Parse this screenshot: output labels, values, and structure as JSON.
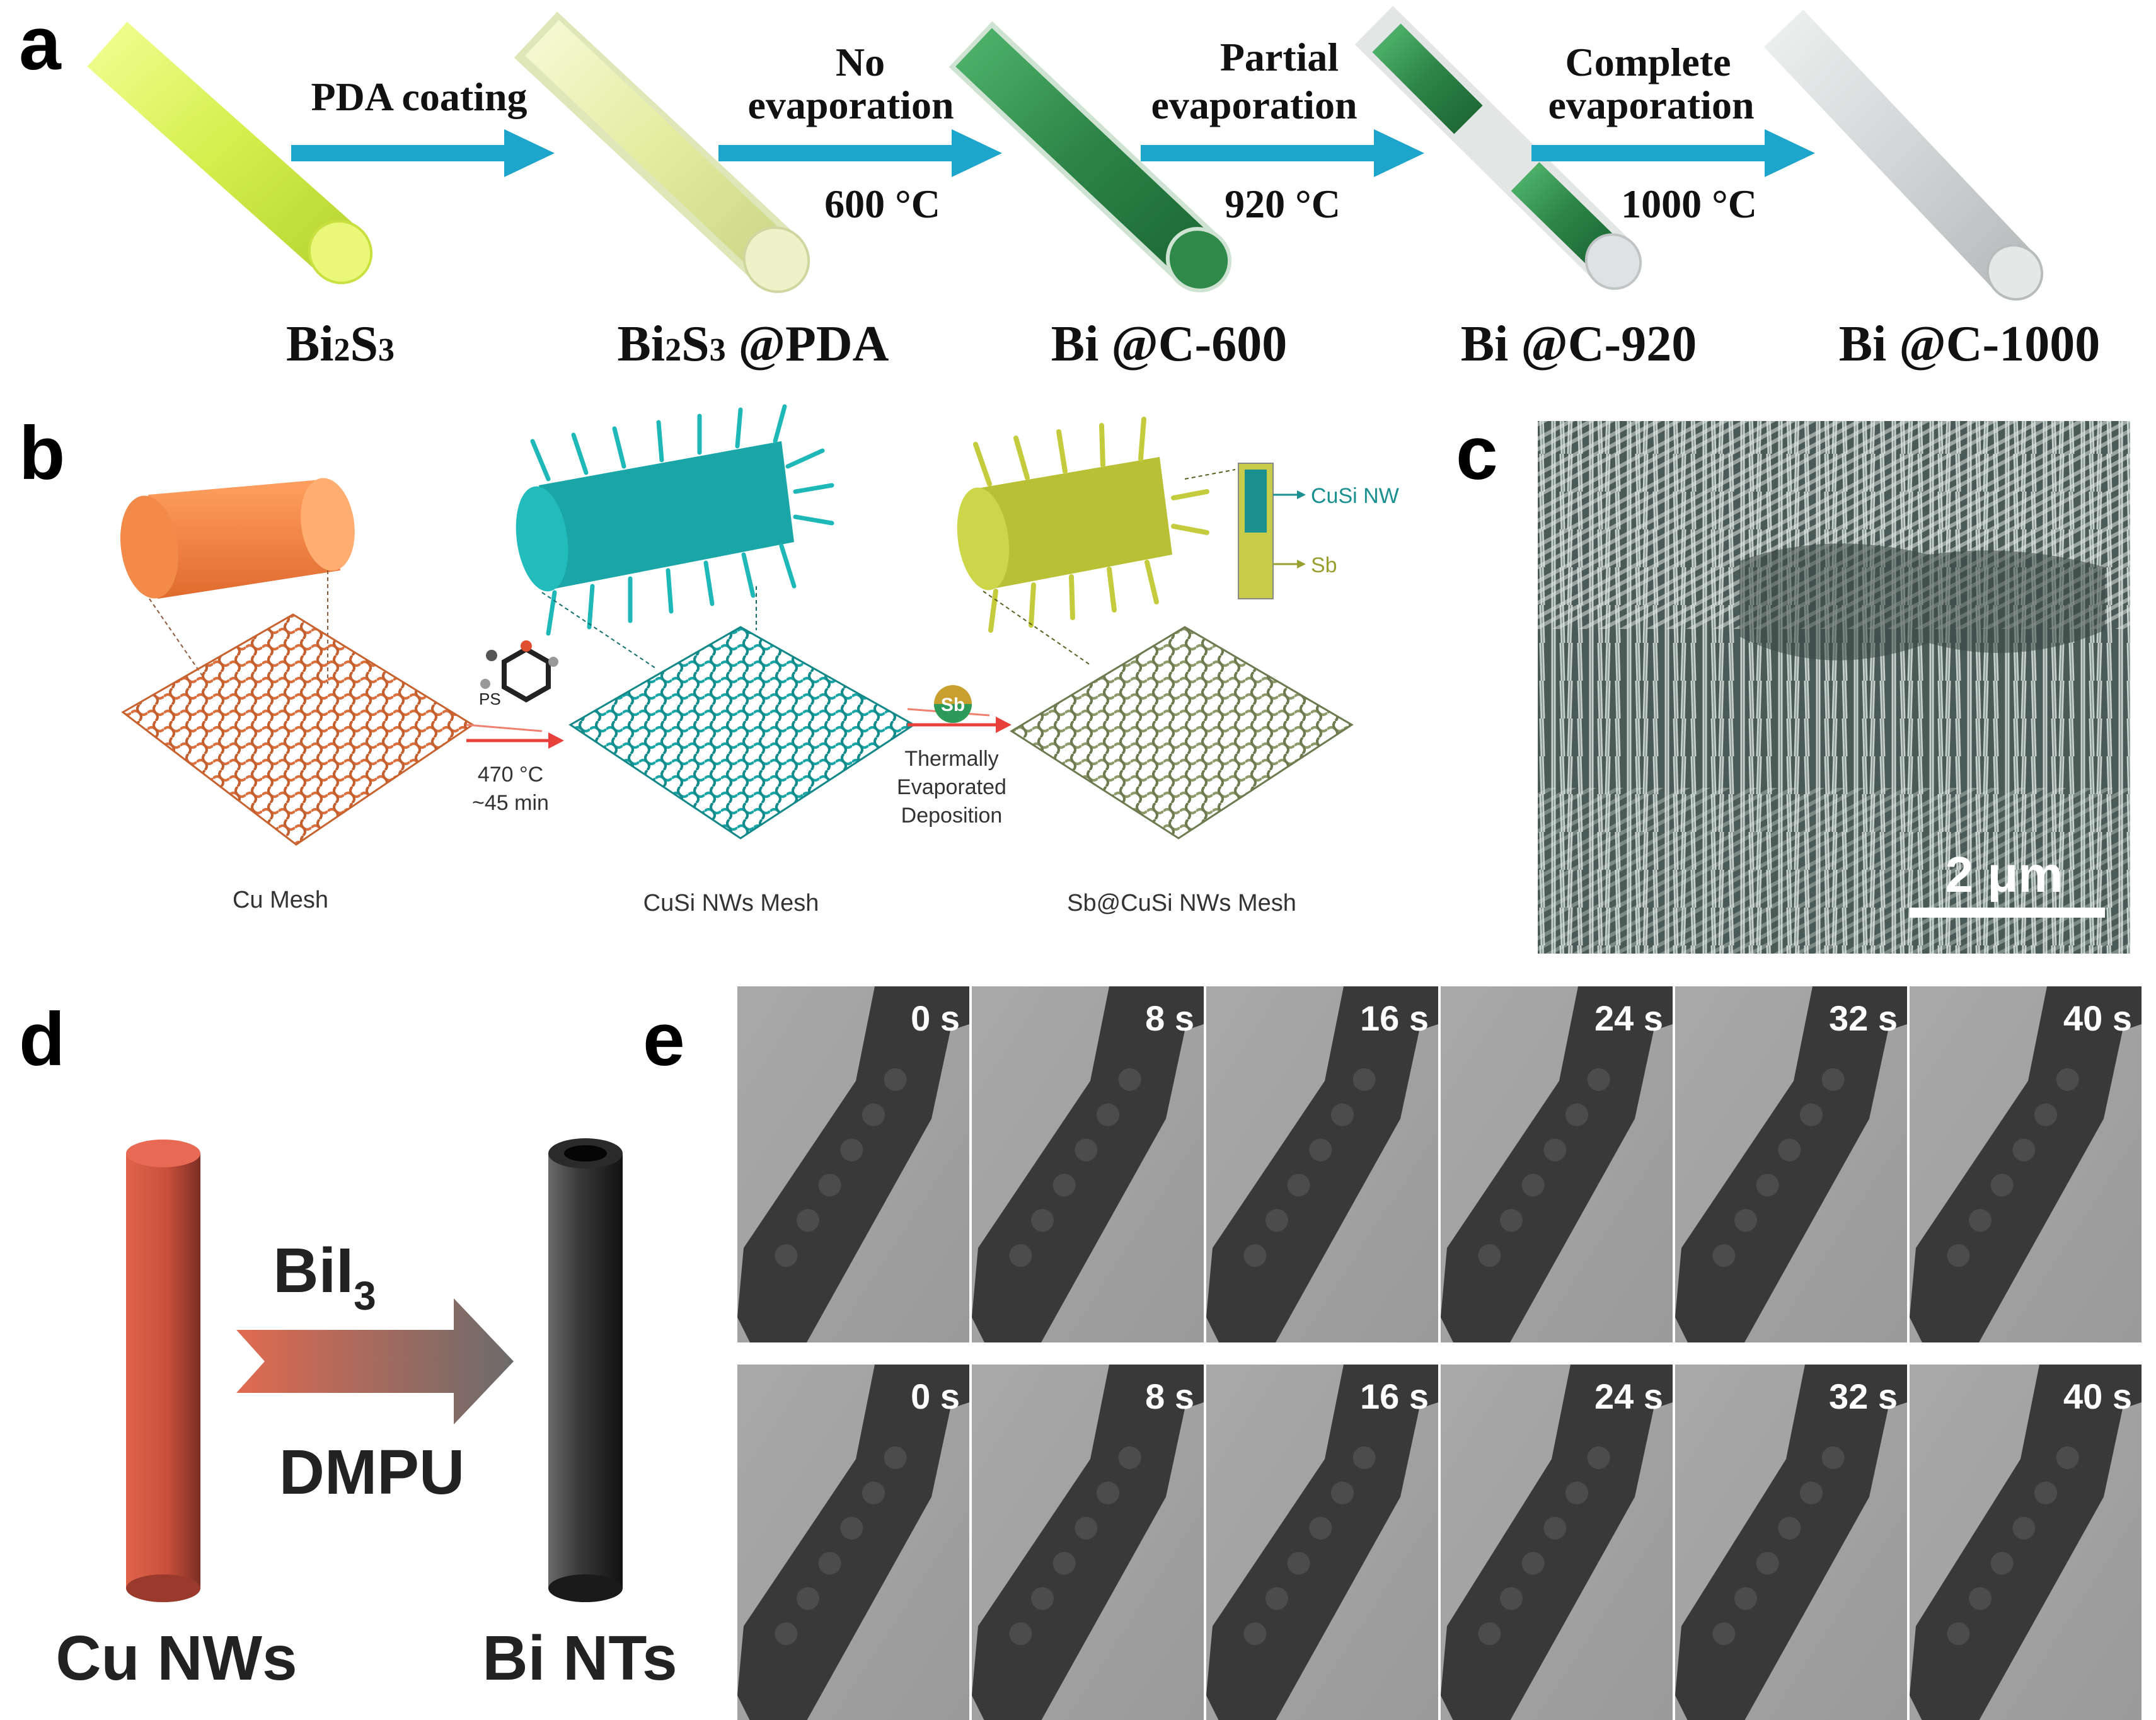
{
  "panels": {
    "a": {
      "letter": "a",
      "steps": [
        {
          "label": "PDA coating",
          "temp": ""
        },
        {
          "label_line1": "No",
          "label_line2": "evaporation",
          "temp": "600 °C"
        },
        {
          "label_line1": "Partial",
          "label_line2": "evaporation",
          "temp": "920 °C"
        },
        {
          "label_line1": "Complete",
          "label_line2": "evaporation",
          "temp": "1000 °C"
        }
      ],
      "products": [
        {
          "main": "Bi",
          "sub1": "2",
          "mid": "S",
          "sub2": "3",
          "tail": ""
        },
        {
          "main": "Bi",
          "sub1": "2",
          "mid": "S",
          "sub2": "3",
          "tail": " @PDA"
        },
        {
          "text": "Bi @C-600"
        },
        {
          "text": "Bi @C-920"
        },
        {
          "text": "Bi @C-1000"
        }
      ],
      "colors": {
        "rod_yellow": "#d8f05a",
        "rod_pale": "#e8f0a8",
        "rod_green": "#2f8a4a",
        "arrow": "#1ea5cc"
      }
    },
    "b": {
      "letter": "b",
      "mesh_labels": [
        "Cu Mesh",
        "CuSi NWs Mesh",
        "Sb@CuSi NWs Mesh"
      ],
      "step1": {
        "molecule_label": "PS",
        "line1": "470 °C",
        "line2": "~45 min"
      },
      "step2": {
        "badge": "Sb",
        "line1": "Thermally",
        "line2": "Evaporated",
        "line3": "Deposition"
      },
      "inset": {
        "top": "CuSi NW",
        "bottom": "Sb"
      },
      "colors": {
        "cu": "#d9703e",
        "cusi": "#1aa6a6",
        "sb": "#b8c036",
        "arrow": "#e8403a"
      }
    },
    "c": {
      "letter": "c",
      "scale_bar": "2 μm"
    },
    "d": {
      "letter": "d",
      "reagent_main": "BiI",
      "reagent_sub": "3",
      "solvent": "DMPU",
      "left_label": "Cu NWs",
      "right_label": "Bi NTs",
      "colors": {
        "cu_rod": "#c9503c",
        "bi_rod": "#3a3a3a"
      }
    },
    "e": {
      "letter": "e",
      "rows": [
        [
          "0 s",
          "8 s",
          "16 s",
          "24 s",
          "32 s",
          "40 s"
        ],
        [
          "0 s",
          "8 s",
          "16 s",
          "24 s",
          "32 s",
          "40 s"
        ]
      ]
    }
  }
}
